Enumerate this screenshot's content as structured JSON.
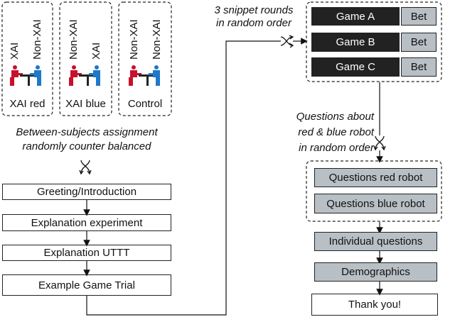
{
  "groups": [
    {
      "top_label": "XAI",
      "top_label2": "Non-XAI",
      "caption": "XAI red"
    },
    {
      "top_label": "Non-XAI",
      "top_label2": "XAI",
      "caption": "XAI blue"
    },
    {
      "top_label": "Non-XAI",
      "top_label2": "Non-XAI",
      "caption": "Control"
    }
  ],
  "assignment_text": [
    "Between-subjects assignment",
    "randomly counter balanced"
  ],
  "left_steps": [
    "Greeting/Introduction",
    "Explanation experiment",
    "Explanation UTTT",
    "Example Game Trial"
  ],
  "snippet_text": [
    "3 snippet rounds",
    "in random order"
  ],
  "games": [
    {
      "game": "Game A",
      "bet": "Bet"
    },
    {
      "game": "Game B",
      "bet": "Bet"
    },
    {
      "game": "Game C",
      "bet": "Bet"
    }
  ],
  "questions_text": [
    "Questions about",
    "red & blue robot",
    "in random order"
  ],
  "robot_questions": [
    "Questions red robot",
    "Questions blue robot"
  ],
  "right_steps": [
    "Individual questions",
    "Demographics",
    "Thank you!"
  ],
  "colors": {
    "red_robot": "#c8102e",
    "blue_robot": "#1f78c8",
    "gray_box": "#b8c0c6"
  }
}
